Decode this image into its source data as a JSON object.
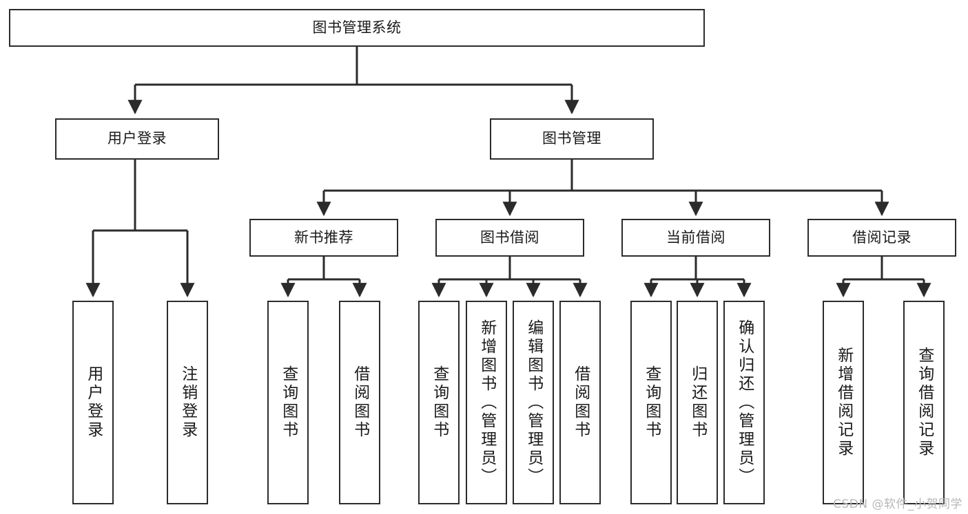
{
  "diagram": {
    "type": "tree",
    "title": "图书管理系统",
    "watermark": "CSDN @软件_小贺同学",
    "root": {
      "id": "root",
      "label": "图书管理系统"
    },
    "level2": [
      {
        "id": "user-login",
        "label": "用户登录"
      },
      {
        "id": "book-manage",
        "label": "图书管理"
      }
    ],
    "level3": [
      {
        "id": "new-book-recommend",
        "label": "新书推荐",
        "parent": "book-manage"
      },
      {
        "id": "book-borrow",
        "label": "图书借阅",
        "parent": "book-manage"
      },
      {
        "id": "current-borrow",
        "label": "当前借阅",
        "parent": "book-manage"
      },
      {
        "id": "borrow-record",
        "label": "借阅记录",
        "parent": "book-manage"
      }
    ],
    "leaves": [
      {
        "id": "leaf-user-login",
        "label": "用户登录",
        "parent": "user-login"
      },
      {
        "id": "leaf-logout-login",
        "label": "注销登录",
        "parent": "user-login"
      },
      {
        "id": "leaf-query-book-1",
        "label": "查询图书",
        "parent": "new-book-recommend"
      },
      {
        "id": "leaf-borrow-book-1",
        "label": "借阅图书",
        "parent": "new-book-recommend"
      },
      {
        "id": "leaf-query-book-2",
        "label": "查询图书",
        "parent": "book-borrow"
      },
      {
        "id": "leaf-add-book",
        "label": "新增图书（管理员）",
        "parent": "book-borrow"
      },
      {
        "id": "leaf-edit-book",
        "label": "编辑图书（管理员）",
        "parent": "book-borrow"
      },
      {
        "id": "leaf-borrow-book-2",
        "label": "借阅图书",
        "parent": "book-borrow"
      },
      {
        "id": "leaf-query-book-3",
        "label": "查询图书",
        "parent": "current-borrow"
      },
      {
        "id": "leaf-return-book",
        "label": "归还图书",
        "parent": "current-borrow"
      },
      {
        "id": "leaf-confirm-return",
        "label": "确认归还（管理员）",
        "parent": "current-borrow"
      },
      {
        "id": "leaf-add-record",
        "label": "新增借阅记录",
        "parent": "borrow-record"
      },
      {
        "id": "leaf-query-record",
        "label": "查询借阅记录",
        "parent": "borrow-record"
      }
    ],
    "colors": {
      "stroke": "#2b2b2b",
      "fill": "#ffffff",
      "text": "#1a1a1a",
      "watermark": "#b7b7b7"
    }
  }
}
